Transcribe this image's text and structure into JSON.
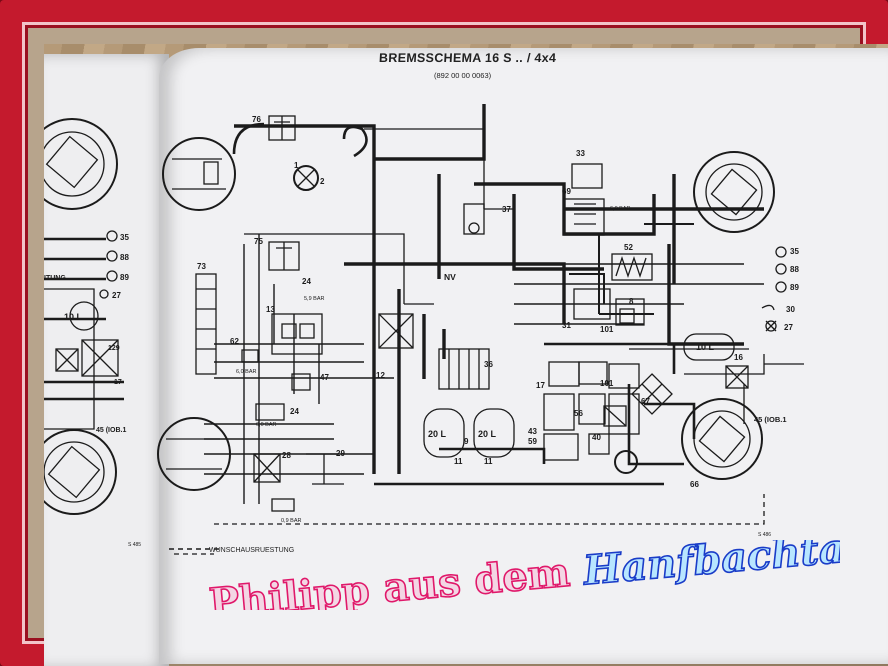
{
  "title": "BREMSSCHEMA 16 S .. / 4x4",
  "subtitle": "(892 00 00 0063)",
  "legend_label": "WUNSCHAUSRUESTUNG",
  "page_left": "S 485",
  "page_right": "S 486",
  "overlay": {
    "part1": "Philipp aus dem ",
    "part2": "Hanfbachtal"
  },
  "tanks": [
    "20 L",
    "20 L",
    "10 L",
    "10 L"
  ],
  "pressures": [
    "5,9 BAR",
    "6,0 BAR",
    "6,0 BAR",
    "0,9 BAR",
    "6,0 BAR"
  ],
  "ports_right": [
    "35",
    "88",
    "89",
    "30",
    "27"
  ],
  "ports_left": [
    "35",
    "88",
    "89",
    "27"
  ],
  "left_labels": [
    "ITUNG",
    "17",
    "129",
    "45 (IOB.1"
  ],
  "components": [
    {
      "id": "76",
      "label": "76"
    },
    {
      "id": "1",
      "label": "1"
    },
    {
      "id": "2",
      "label": "2"
    },
    {
      "id": "75",
      "label": "75"
    },
    {
      "id": "73",
      "label": "73"
    },
    {
      "id": "24a",
      "label": "24"
    },
    {
      "id": "13",
      "label": "13"
    },
    {
      "id": "62",
      "label": "62"
    },
    {
      "id": "47",
      "label": "47"
    },
    {
      "id": "24b",
      "label": "24"
    },
    {
      "id": "28",
      "label": "28"
    },
    {
      "id": "29",
      "label": "29"
    },
    {
      "id": "37",
      "label": "37"
    },
    {
      "id": "nv",
      "label": "NV"
    },
    {
      "id": "12",
      "label": "12"
    },
    {
      "id": "36",
      "label": "36"
    },
    {
      "id": "33",
      "label": "33"
    },
    {
      "id": "69",
      "label": "69"
    },
    {
      "id": "52",
      "label": "52"
    },
    {
      "id": "31",
      "label": "31"
    },
    {
      "id": "101a",
      "label": "101"
    },
    {
      "id": "8",
      "label": "8"
    },
    {
      "id": "16",
      "label": "16"
    },
    {
      "id": "45",
      "label": "45 (IOB.1"
    },
    {
      "id": "66",
      "label": "66"
    },
    {
      "id": "17",
      "label": "17"
    },
    {
      "id": "101b",
      "label": "101"
    },
    {
      "id": "67",
      "label": "67"
    },
    {
      "id": "40",
      "label": "40"
    },
    {
      "id": "43",
      "label": "43"
    },
    {
      "id": "59",
      "label": "59"
    },
    {
      "id": "56",
      "label": "56"
    },
    {
      "id": "11a",
      "label": "11"
    },
    {
      "id": "11b",
      "label": "11"
    },
    {
      "id": "9",
      "label": "9"
    }
  ],
  "colors": {
    "frame": "#c41a2d",
    "text_fill": "#f3d6e4",
    "text_outline": "#e0186a",
    "text_fill2": "#b8e6ff",
    "text_outline2": "#1a3cc8",
    "ink": "#1b1b1b"
  }
}
